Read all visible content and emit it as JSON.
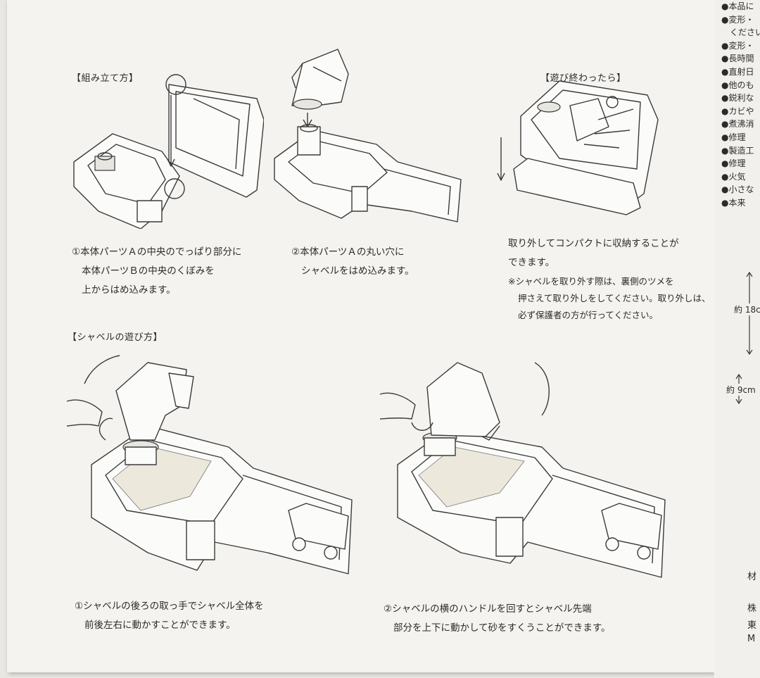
{
  "assembly": {
    "title": "【組み立て方】",
    "step1": [
      "①本体パーツＡの中央のでっぱり部分に",
      "本体パーツＢの中央のくぼみを",
      "上からはめ込みます。"
    ],
    "step2": [
      "②本体パーツＡの丸い穴に",
      "シャベルをはめ込みます。"
    ]
  },
  "after_play": {
    "title": "【遊び終わったら】",
    "text": [
      "取り外してコンパクトに収納することが",
      "できます。",
      "※シャベルを取り外す際は、裏側のツメを",
      "押さえて取り外しをしてください。取り外しは、",
      "必ず保護者の方が行ってください。"
    ]
  },
  "shovel": {
    "title": "【シャベルの遊び方】",
    "step1": [
      "①シャベルの後ろの取っ手でシャベル全体を",
      "前後左右に動かすことができます。"
    ],
    "step2": [
      "②シャベルの横のハンドルを回すとシャベル先端",
      "部分を上下に動かして砂をすくうことができます。"
    ]
  },
  "right_column": {
    "bullets": [
      "●本品に",
      "●変形・",
      "　ください",
      "●変形・",
      "●長時間",
      "●直射日",
      "●他のも",
      "●鋭利な",
      "●カビや",
      "●煮沸消",
      "●修理",
      "●製造工",
      "●修理",
      "●火気",
      "●小さな",
      "●本来"
    ],
    "dim_height": "約 18c",
    "dim_small": "約 9cm",
    "tail": [
      "材",
      "株",
      "東",
      "M"
    ]
  },
  "colors": {
    "paper": "#f4f3f0",
    "ink": "#2b2b2b"
  }
}
